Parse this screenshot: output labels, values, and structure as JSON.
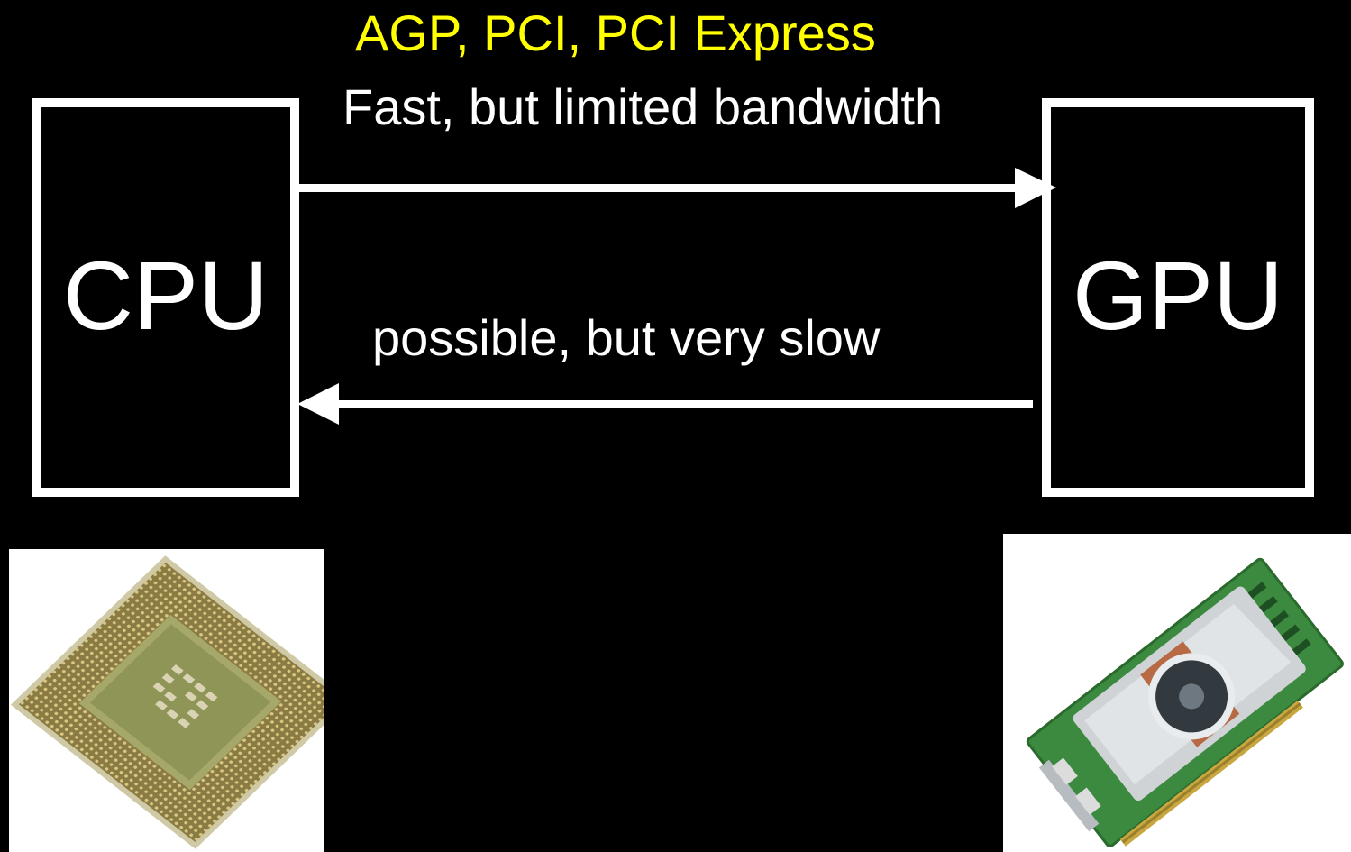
{
  "title": "AGP, PCI, PCI Express",
  "top_arrow_label": "Fast, but limited bandwidth",
  "bottom_arrow_label": "possible, but very slow",
  "cpu_label": "CPU",
  "gpu_label": "GPU",
  "colors": {
    "background": "#000000",
    "foreground": "#ffffff",
    "title": "#ffff00"
  },
  "icons": {
    "cpu_image": "cpu-chip-icon",
    "gpu_image": "graphics-card-icon"
  }
}
